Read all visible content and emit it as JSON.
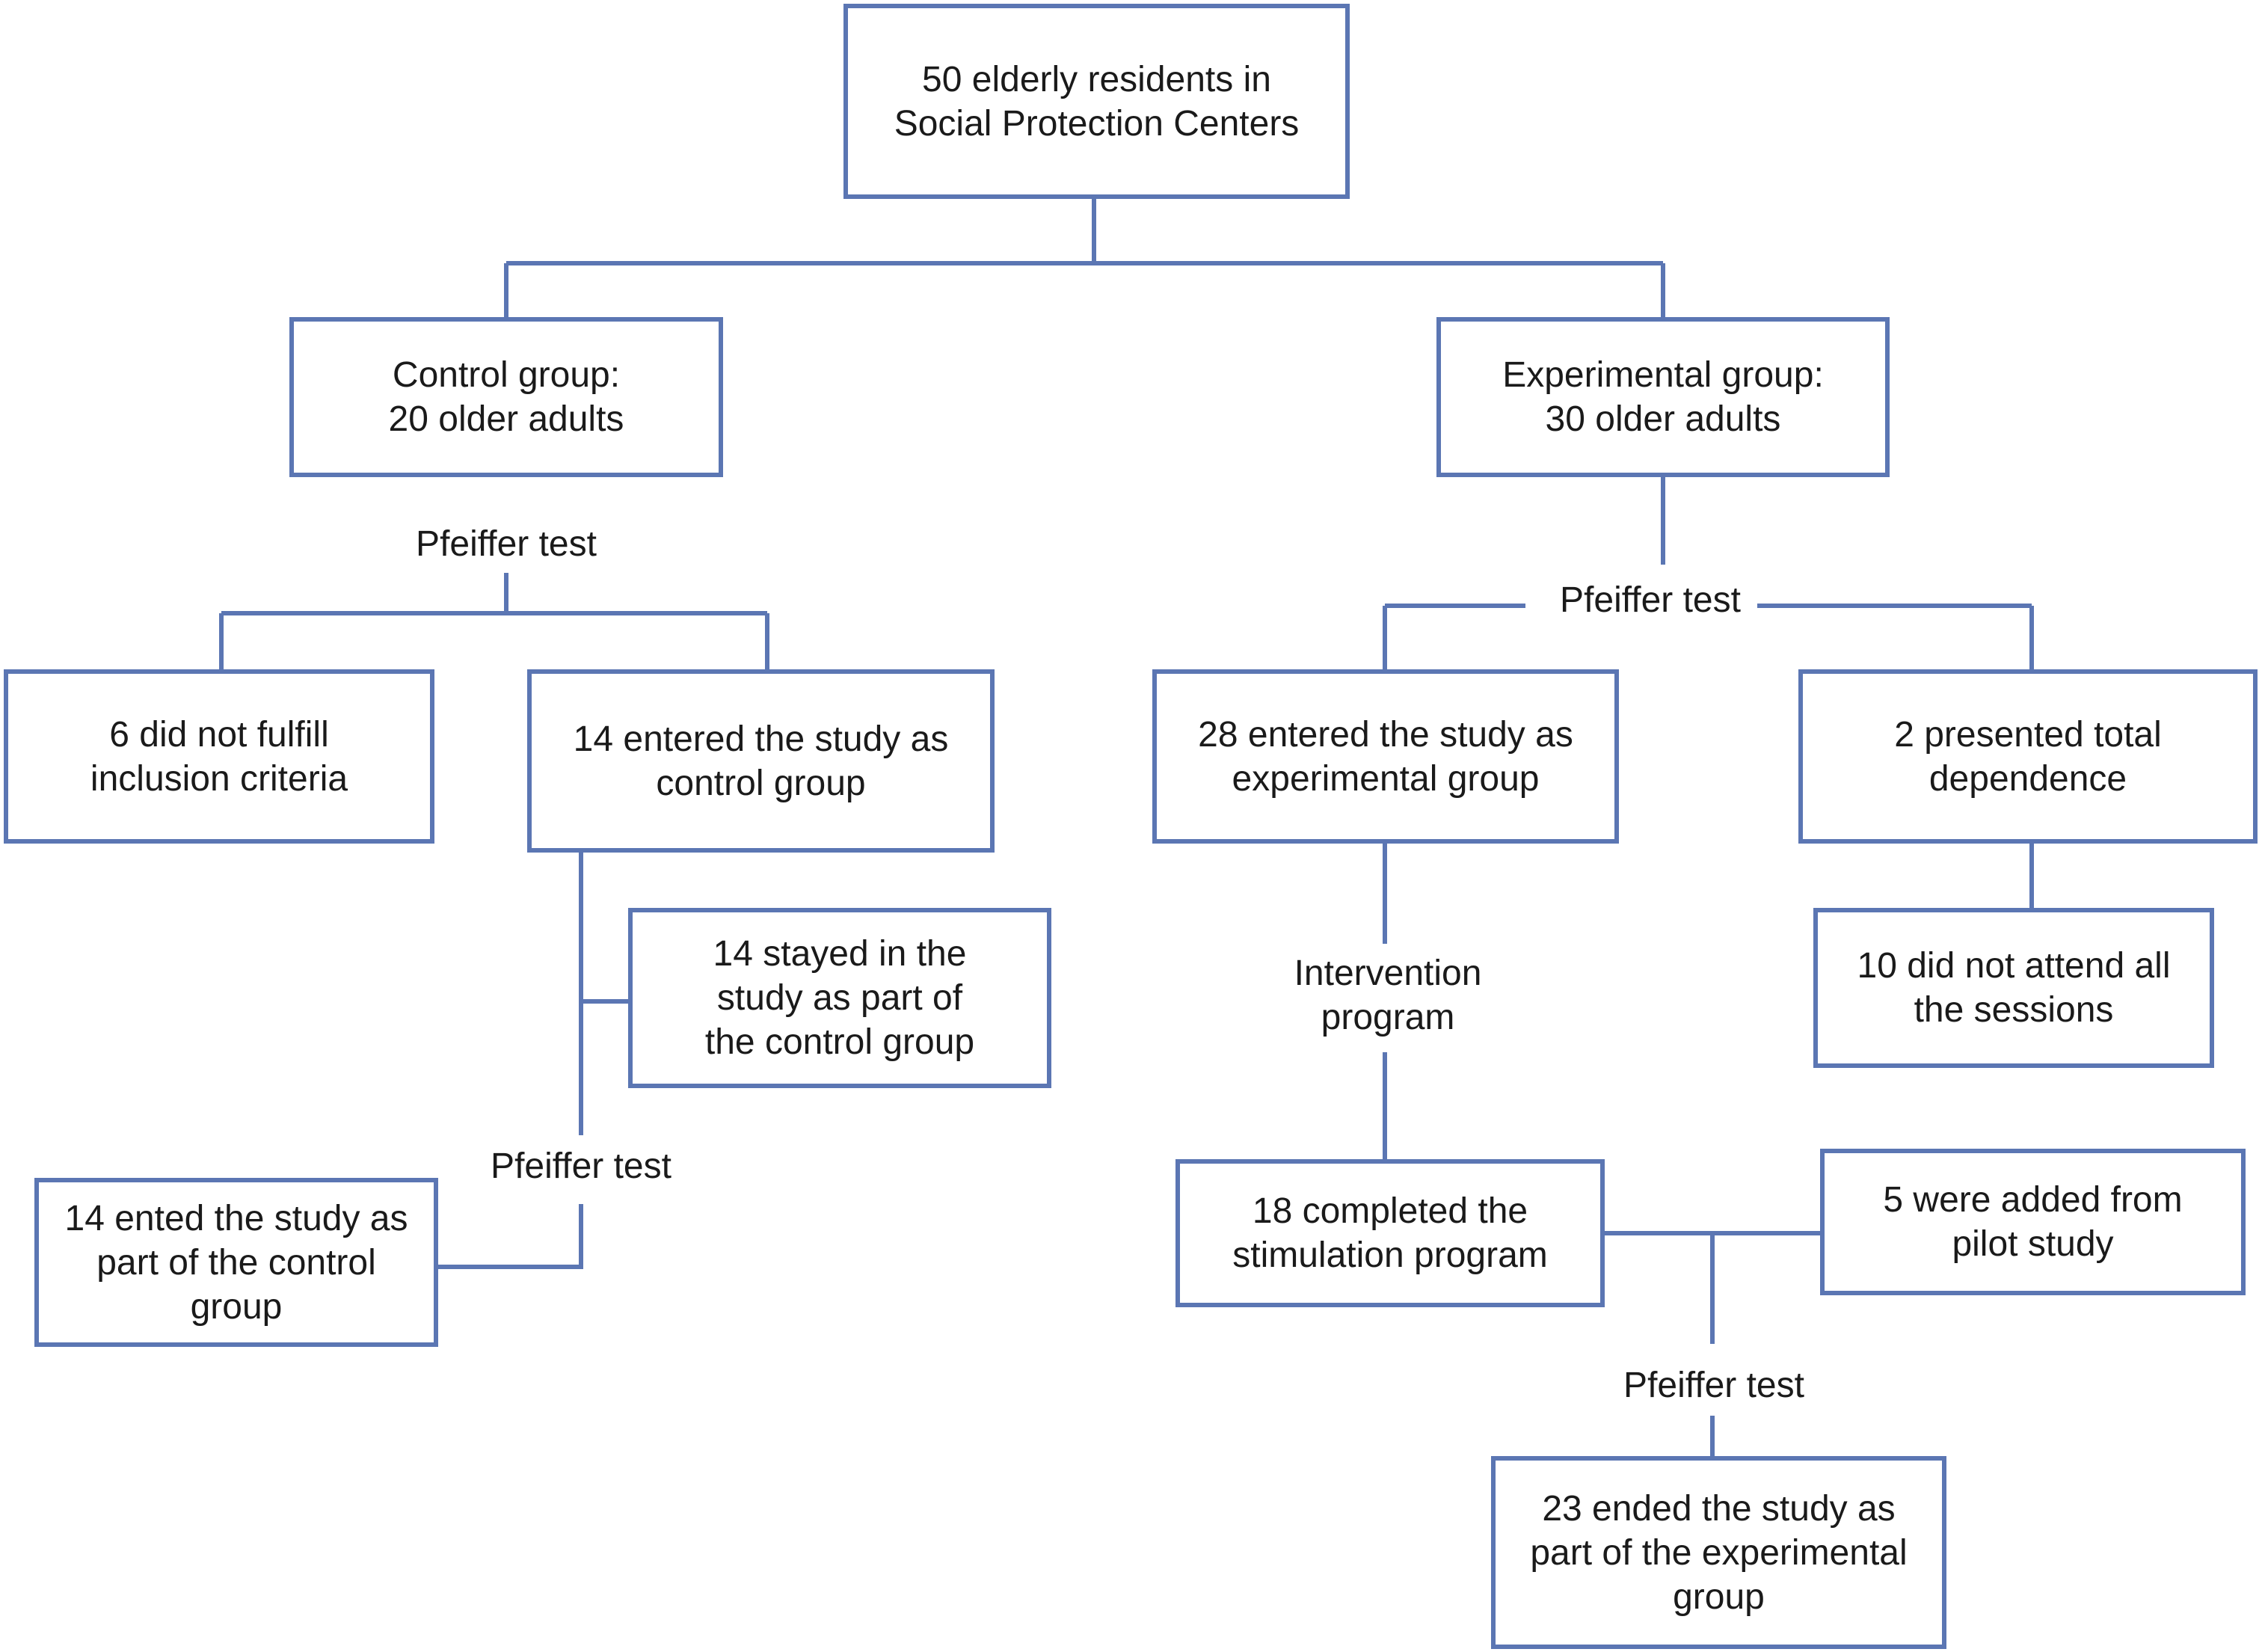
{
  "boxes": {
    "root": "50 elderly residents in\nSocial Protection Centers",
    "control": "Control group:\n20 older adults",
    "experimental": "Experimental group:\n30 older adults",
    "not_fulfill": "6 did not fulfill\ninclusion criteria",
    "entered_control": "14 entered the study as\ncontrol group",
    "entered_experimental": "28 entered the study as\nexperimental group",
    "total_dependence": "2 presented total\ndependence",
    "stayed_control": "14 stayed in the\nstudy as part of\nthe control group",
    "not_attend": "10 did not attend all\nthe sessions",
    "completed_stimulation": "18 completed the\nstimulation program",
    "added_pilot": "5 were added from\npilot study",
    "ended_control": "14 ented the study as\npart of the control\ngroup",
    "ended_experimental": "23 ended the study as\npart of the experimental\ngroup"
  },
  "labels": {
    "pfeiffer_control": "Pfeiffer test",
    "pfeiffer_experimental": "Pfeiffer test",
    "intervention": "Intervention\nprogram",
    "pfeiffer_control_end": "Pfeiffer test",
    "pfeiffer_experimental_end": "Pfeiffer test"
  },
  "colors": {
    "line": "#5b76b3",
    "text": "#1a1a1a",
    "background": "#ffffff"
  }
}
